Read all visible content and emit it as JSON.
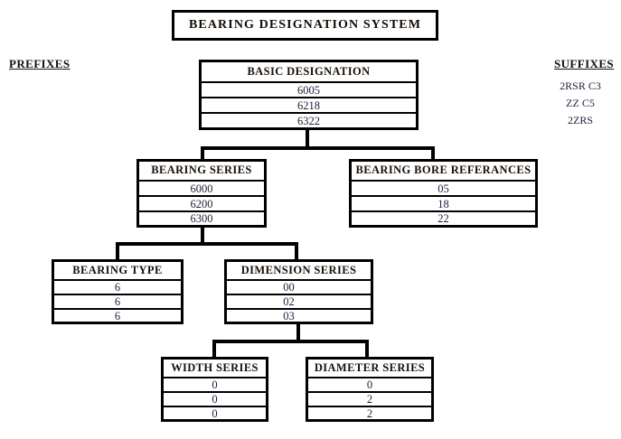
{
  "title": {
    "text": "BEARING DESIGNATION SYSTEM"
  },
  "prefixes": {
    "heading": "PREFIXES",
    "items": []
  },
  "suffixes": {
    "heading": "SUFFIXES",
    "items": [
      "2RSR C3",
      "ZZ C5",
      "2ZRS"
    ]
  },
  "nodes": {
    "basic_designation": {
      "header": "BASIC DESIGNATION",
      "rows": [
        "6005",
        "6218",
        "6322"
      ]
    },
    "bearing_series": {
      "header": "BEARING SERIES",
      "rows": [
        "6000",
        "6200",
        "6300"
      ]
    },
    "bearing_bore_references": {
      "header": "BEARING BORE REFERANCES",
      "rows": [
        "05",
        "18",
        "22"
      ]
    },
    "bearing_type": {
      "header": "BEARING TYPE",
      "rows": [
        "6",
        "6",
        "6"
      ]
    },
    "dimension_series": {
      "header": "DIMENSION SERIES",
      "rows": [
        "00",
        "02",
        "03"
      ]
    },
    "width_series": {
      "header": "WIDTH SERIES",
      "rows": [
        "0",
        "0",
        "0"
      ]
    },
    "diameter_series": {
      "header": "DIAMETER SERIES",
      "rows": [
        "0",
        "2",
        "2"
      ]
    }
  },
  "colors": {
    "line": "#000000",
    "header_text": "#1a1008",
    "value_text": "#241a3a",
    "background": "#ffffff"
  }
}
